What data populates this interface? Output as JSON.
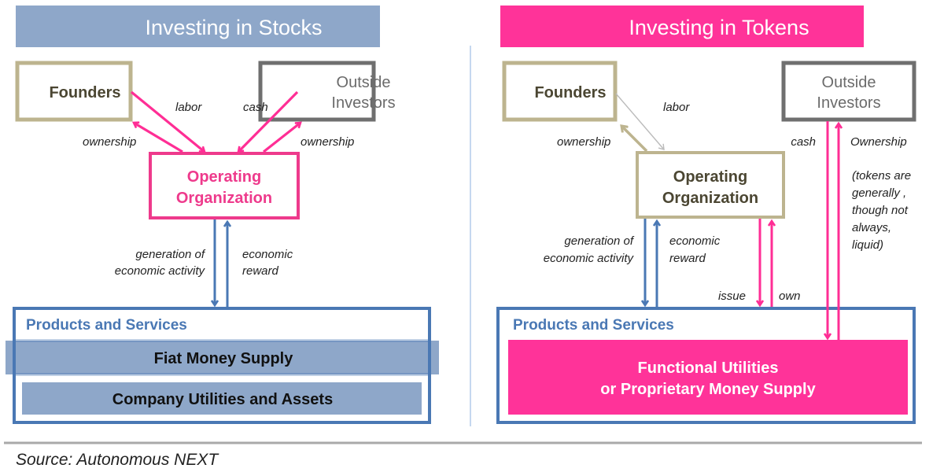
{
  "colors": {
    "stocks_accent": "#8ea7c9",
    "tokens_accent": "#ff3399",
    "founders_border": "#bdb48f",
    "investors_border": "#7a7a7a",
    "operating_pink": "#ee3a8c",
    "blue_border": "#4a78b4",
    "divider": "#c5d8ef"
  },
  "left": {
    "title": "Investing in Stocks",
    "founders": "Founders",
    "investors_line1": "Outside",
    "investors_line2": "Investors",
    "operating_line1": "Operating",
    "operating_line2": "Organization",
    "labels": {
      "labor": "labor",
      "cash": "cash",
      "ownership_left": "ownership",
      "ownership_right": "ownership",
      "generation_line1": "generation of",
      "generation_line2": "economic activity",
      "reward_line1": "economic",
      "reward_line2": "reward"
    },
    "products": "Products and Services",
    "fiat": "Fiat Money Supply",
    "company": "Company Utilities and Assets"
  },
  "right": {
    "title": "Investing in Tokens",
    "founders": "Founders",
    "investors_line1": "Outside",
    "investors_line2": "Investors",
    "operating_line1": "Operating",
    "operating_line2": "Organization",
    "labels": {
      "labor": "labor",
      "ownership": "ownership",
      "cash": "cash",
      "ownership_cap": "Ownership",
      "note_lines": [
        "(tokens are",
        "generally ,",
        "though not",
        "always,",
        "liquid)"
      ],
      "generation_line1": "generation of",
      "generation_line2": "economic activity",
      "reward_line1": "economic",
      "reward_line2": "reward",
      "issue": "issue",
      "own": "own"
    },
    "products": "Products and Services",
    "functional_line1": "Functional Utilities",
    "functional_line2": "or Proprietary Money Supply"
  },
  "source": "Source: Autonomous NEXT"
}
